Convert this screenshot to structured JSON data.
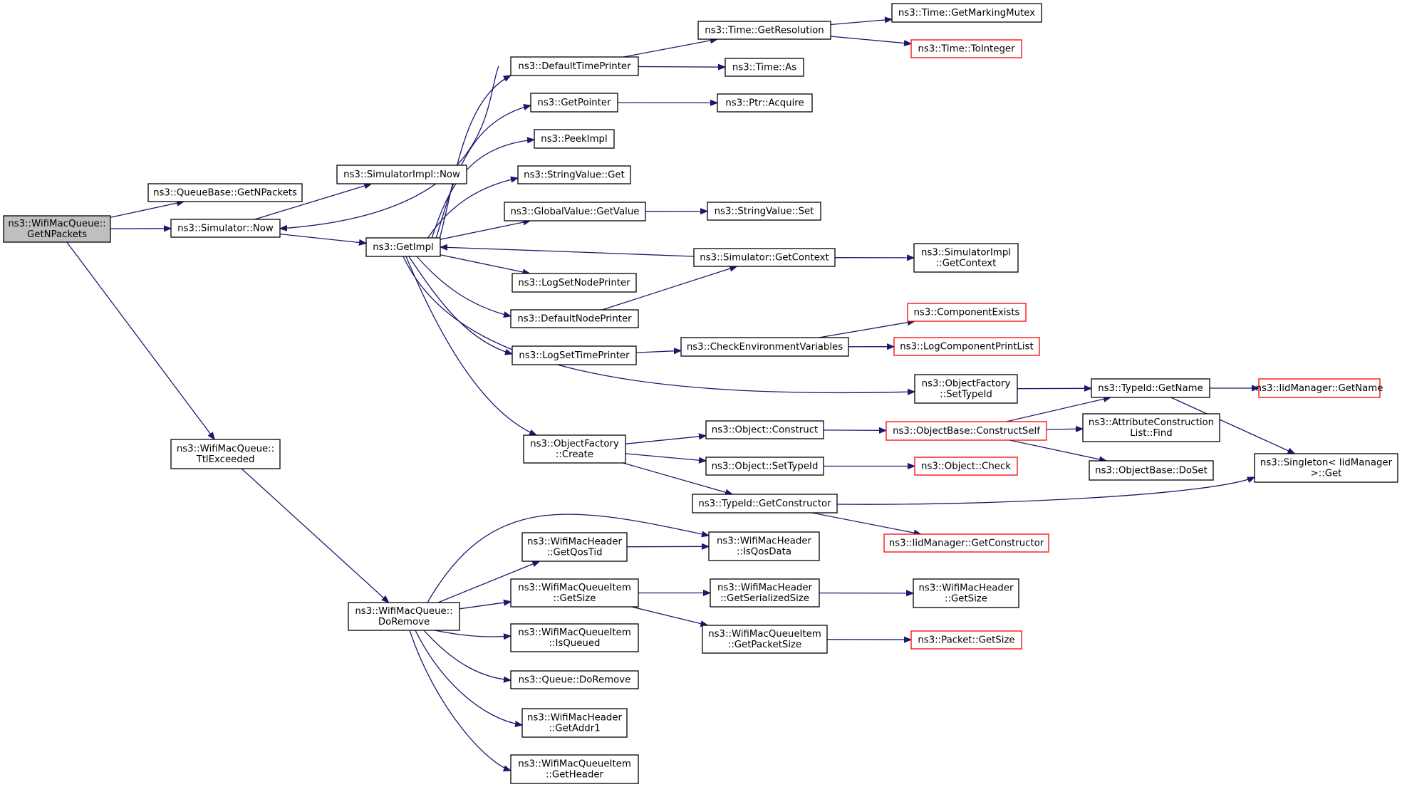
{
  "colors": {
    "edge": "#191970",
    "truncated_border": "#ff0000",
    "root_fill": "#bfbfbf",
    "border": "#000000"
  },
  "nodes": [
    {
      "id": "n0",
      "lines": [
        "ns3::WifiMacQueue::",
        "GetNPackets"
      ],
      "style": "root"
    },
    {
      "id": "n1",
      "lines": [
        "ns3::QueueBase::GetNPackets"
      ],
      "style": "normal"
    },
    {
      "id": "n2",
      "lines": [
        "ns3::Simulator::Now"
      ],
      "style": "normal"
    },
    {
      "id": "n3",
      "lines": [
        "ns3::WifiMacQueue::",
        "TtlExceeded"
      ],
      "style": "normal"
    },
    {
      "id": "n4",
      "lines": [
        "ns3::SimulatorImpl::Now"
      ],
      "style": "normal"
    },
    {
      "id": "n5",
      "lines": [
        "ns3::GetImpl"
      ],
      "style": "normal"
    },
    {
      "id": "n6",
      "lines": [
        "ns3::WifiMacQueue::",
        "DoRemove"
      ],
      "style": "normal"
    },
    {
      "id": "n7",
      "lines": [
        "ns3::DefaultTimePrinter"
      ],
      "style": "normal"
    },
    {
      "id": "n8",
      "lines": [
        "ns3::GetPointer"
      ],
      "style": "normal"
    },
    {
      "id": "n9",
      "lines": [
        "ns3::PeekImpl"
      ],
      "style": "normal"
    },
    {
      "id": "n10",
      "lines": [
        "ns3::StringValue::Get"
      ],
      "style": "normal"
    },
    {
      "id": "n11",
      "lines": [
        "ns3::GlobalValue::GetValue"
      ],
      "style": "normal"
    },
    {
      "id": "n12",
      "lines": [
        "ns3::LogSetNodePrinter"
      ],
      "style": "normal"
    },
    {
      "id": "n13",
      "lines": [
        "ns3::DefaultNodePrinter"
      ],
      "style": "normal"
    },
    {
      "id": "n14",
      "lines": [
        "ns3::LogSetTimePrinter"
      ],
      "style": "normal"
    },
    {
      "id": "n15",
      "lines": [
        "ns3::ObjectFactory",
        "::Create"
      ],
      "style": "normal"
    },
    {
      "id": "n16",
      "lines": [
        "ns3::WifiMacHeader",
        "::GetQosTid"
      ],
      "style": "normal"
    },
    {
      "id": "n17",
      "lines": [
        "ns3::WifiMacQueueItem",
        "::GetSize"
      ],
      "style": "normal"
    },
    {
      "id": "n18",
      "lines": [
        "ns3::WifiMacQueueItem",
        "::IsQueued"
      ],
      "style": "normal"
    },
    {
      "id": "n19",
      "lines": [
        "ns3::Queue::DoRemove"
      ],
      "style": "normal"
    },
    {
      "id": "n20",
      "lines": [
        "ns3::WifiMacHeader",
        "::GetAddr1"
      ],
      "style": "normal"
    },
    {
      "id": "n21",
      "lines": [
        "ns3::WifiMacQueueItem",
        "::GetHeader"
      ],
      "style": "normal"
    },
    {
      "id": "n22",
      "lines": [
        "ns3::Time::GetResolution"
      ],
      "style": "normal"
    },
    {
      "id": "n23",
      "lines": [
        "ns3::Time::As"
      ],
      "style": "normal"
    },
    {
      "id": "n24",
      "lines": [
        "ns3::Ptr::Acquire"
      ],
      "style": "normal"
    },
    {
      "id": "n25",
      "lines": [
        "ns3::StringValue::Set"
      ],
      "style": "normal"
    },
    {
      "id": "n26",
      "lines": [
        "ns3::Simulator::GetContext"
      ],
      "style": "normal"
    },
    {
      "id": "n27",
      "lines": [
        "ns3::CheckEnvironmentVariables"
      ],
      "style": "normal"
    },
    {
      "id": "n28",
      "lines": [
        "ns3::ObjectFactory",
        "::SetTypeId"
      ],
      "style": "normal"
    },
    {
      "id": "n29",
      "lines": [
        "ns3::Object::Construct"
      ],
      "style": "normal"
    },
    {
      "id": "n30",
      "lines": [
        "ns3::Object::SetTypeId"
      ],
      "style": "normal"
    },
    {
      "id": "n31",
      "lines": [
        "ns3::TypeId::GetConstructor"
      ],
      "style": "normal"
    },
    {
      "id": "n32",
      "lines": [
        "ns3::WifiMacHeader",
        "::IsQosData"
      ],
      "style": "normal"
    },
    {
      "id": "n33",
      "lines": [
        "ns3::WifiMacHeader",
        "::GetSerializedSize"
      ],
      "style": "normal"
    },
    {
      "id": "n34",
      "lines": [
        "ns3::WifiMacQueueItem",
        "::GetPacketSize"
      ],
      "style": "normal"
    },
    {
      "id": "n35",
      "lines": [
        "ns3::Time::GetMarkingMutex"
      ],
      "style": "normal"
    },
    {
      "id": "n36",
      "lines": [
        "ns3::Time::ToInteger"
      ],
      "style": "truncated"
    },
    {
      "id": "n37",
      "lines": [
        "ns3::SimulatorImpl",
        "::GetContext"
      ],
      "style": "normal"
    },
    {
      "id": "n38",
      "lines": [
        "ns3::ComponentExists"
      ],
      "style": "truncated"
    },
    {
      "id": "n39",
      "lines": [
        "ns3::LogComponentPrintList"
      ],
      "style": "truncated"
    },
    {
      "id": "n40",
      "lines": [
        "ns3::ObjectBase::ConstructSelf"
      ],
      "style": "truncated"
    },
    {
      "id": "n41",
      "lines": [
        "ns3::Object::Check"
      ],
      "style": "truncated"
    },
    {
      "id": "n42",
      "lines": [
        "ns3::IidManager::GetConstructor"
      ],
      "style": "truncated"
    },
    {
      "id": "n43",
      "lines": [
        "ns3::WifiMacHeader",
        "::GetSize"
      ],
      "style": "normal"
    },
    {
      "id": "n44",
      "lines": [
        "ns3::Packet::GetSize"
      ],
      "style": "truncated"
    },
    {
      "id": "n45",
      "lines": [
        "ns3::TypeId::GetName"
      ],
      "style": "normal"
    },
    {
      "id": "n46",
      "lines": [
        "ns3::AttributeConstruction",
        "List::Find"
      ],
      "style": "normal"
    },
    {
      "id": "n47",
      "lines": [
        "ns3::ObjectBase::DoSet"
      ],
      "style": "normal"
    },
    {
      "id": "n48",
      "lines": [
        "ns3::IidManager::GetName"
      ],
      "style": "truncated"
    },
    {
      "id": "n49",
      "lines": [
        "ns3::Singleton< IidManager",
        ">::Get"
      ],
      "style": "normal"
    }
  ],
  "edges": [
    [
      "n0",
      "n1"
    ],
    [
      "n0",
      "n2"
    ],
    [
      "n0",
      "n3"
    ],
    [
      "n2",
      "n4"
    ],
    [
      "n2",
      "n5"
    ],
    [
      "n3",
      "n6"
    ],
    [
      "n5",
      "n7"
    ],
    [
      "n5",
      "n8"
    ],
    [
      "n5",
      "n9"
    ],
    [
      "n5",
      "n10"
    ],
    [
      "n5",
      "n11"
    ],
    [
      "n5",
      "n12"
    ],
    [
      "n5",
      "n13"
    ],
    [
      "n5",
      "n14"
    ],
    [
      "n5",
      "n28"
    ],
    [
      "n5",
      "n15"
    ],
    [
      "n5",
      "n2"
    ],
    [
      "n7",
      "n22"
    ],
    [
      "n7",
      "n23"
    ],
    [
      "n8",
      "n24"
    ],
    [
      "n11",
      "n25"
    ],
    [
      "n13",
      "n26"
    ],
    [
      "n26",
      "n5"
    ],
    [
      "n26",
      "n37"
    ],
    [
      "n14",
      "n27"
    ],
    [
      "n27",
      "n38"
    ],
    [
      "n27",
      "n39"
    ],
    [
      "n28",
      "n45"
    ],
    [
      "n15",
      "n29"
    ],
    [
      "n15",
      "n30"
    ],
    [
      "n15",
      "n31"
    ],
    [
      "n29",
      "n40"
    ],
    [
      "n40",
      "n45"
    ],
    [
      "n40",
      "n46"
    ],
    [
      "n40",
      "n47"
    ],
    [
      "n30",
      "n41"
    ],
    [
      "n31",
      "n42"
    ],
    [
      "n31",
      "n49"
    ],
    [
      "n45",
      "n48"
    ],
    [
      "n45",
      "n49"
    ],
    [
      "n22",
      "n35"
    ],
    [
      "n22",
      "n36"
    ],
    [
      "n6",
      "n32"
    ],
    [
      "n6",
      "n16"
    ],
    [
      "n6",
      "n17"
    ],
    [
      "n6",
      "n18"
    ],
    [
      "n6",
      "n19"
    ],
    [
      "n6",
      "n20"
    ],
    [
      "n6",
      "n21"
    ],
    [
      "n16",
      "n32"
    ],
    [
      "n17",
      "n33"
    ],
    [
      "n17",
      "n34"
    ],
    [
      "n33",
      "n43"
    ],
    [
      "n34",
      "n44"
    ]
  ]
}
